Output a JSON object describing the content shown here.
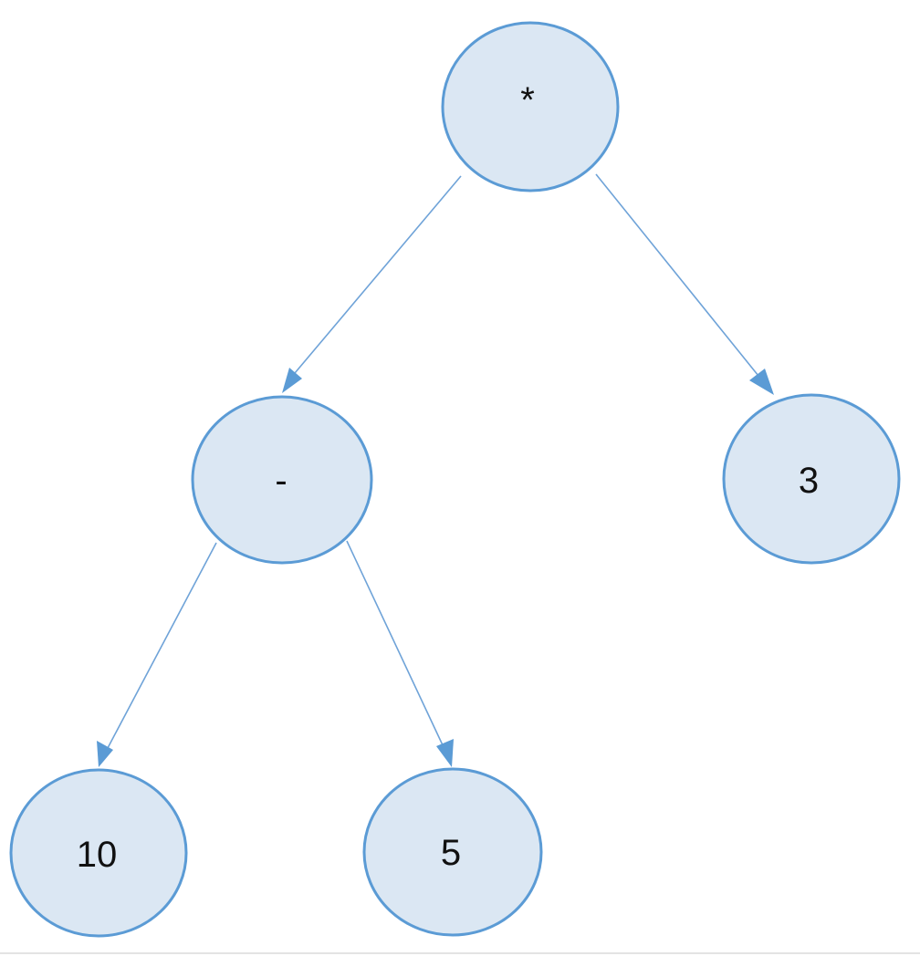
{
  "diagram": {
    "type": "expression-tree",
    "colors": {
      "node_fill": "#dbe7f3",
      "node_stroke": "#5b9bd5",
      "edge": "#6fa3d8",
      "text": "#111111"
    },
    "nodes": {
      "root": {
        "label": "*"
      },
      "minus": {
        "label": "-"
      },
      "three": {
        "label": "3"
      },
      "ten": {
        "label": "10"
      },
      "five": {
        "label": "5"
      }
    },
    "edges": [
      {
        "from": "root",
        "to": "minus"
      },
      {
        "from": "root",
        "to": "three"
      },
      {
        "from": "minus",
        "to": "ten"
      },
      {
        "from": "minus",
        "to": "five"
      }
    ]
  }
}
